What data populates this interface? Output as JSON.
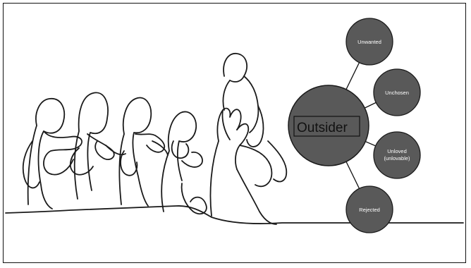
{
  "diagram": {
    "center": {
      "label": "Outsider"
    },
    "nodes": [
      {
        "label": "Unwanted"
      },
      {
        "label": "Unchosen"
      },
      {
        "label_line1": "Unloved",
        "label_line2": "(unlovable)"
      },
      {
        "label": "Rejected"
      }
    ],
    "colors": {
      "node_fill": "#595959",
      "node_stroke": "#1a1a1a",
      "line": "#111111",
      "label": "#ffffff"
    }
  },
  "illustration": {
    "subject": "continuous line drawing of group of people"
  }
}
